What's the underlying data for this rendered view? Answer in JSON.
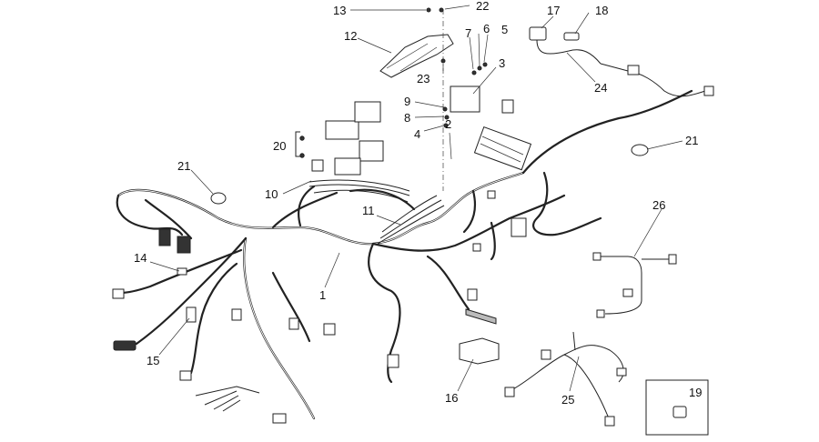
{
  "callouts": [
    {
      "id": "1",
      "label": "1"
    },
    {
      "id": "2",
      "label": "2"
    },
    {
      "id": "3",
      "label": "3"
    },
    {
      "id": "4",
      "label": "4"
    },
    {
      "id": "5",
      "label": "5"
    },
    {
      "id": "6",
      "label": "6"
    },
    {
      "id": "7",
      "label": "7"
    },
    {
      "id": "8",
      "label": "8"
    },
    {
      "id": "9",
      "label": "9"
    },
    {
      "id": "10",
      "label": "10"
    },
    {
      "id": "11",
      "label": "11"
    },
    {
      "id": "12",
      "label": "12"
    },
    {
      "id": "13",
      "label": "13"
    },
    {
      "id": "14",
      "label": "14"
    },
    {
      "id": "15",
      "label": "15"
    },
    {
      "id": "16",
      "label": "16"
    },
    {
      "id": "17",
      "label": "17"
    },
    {
      "id": "18",
      "label": "18"
    },
    {
      "id": "19",
      "label": "19"
    },
    {
      "id": "20",
      "label": "20"
    },
    {
      "id": "21a",
      "label": "21"
    },
    {
      "id": "21b",
      "label": "21"
    },
    {
      "id": "22",
      "label": "22"
    },
    {
      "id": "23",
      "label": "23"
    },
    {
      "id": "24",
      "label": "24"
    },
    {
      "id": "25",
      "label": "25"
    },
    {
      "id": "26",
      "label": "26"
    }
  ]
}
